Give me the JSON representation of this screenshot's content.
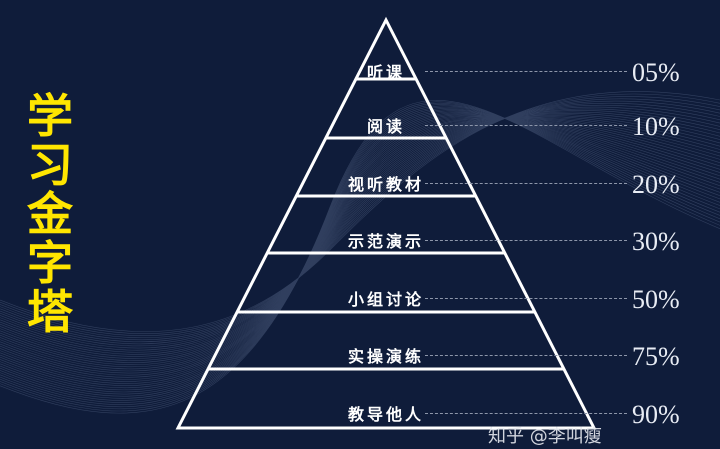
{
  "title": "学习金字塔",
  "title_chars": [
    "学",
    "习",
    "金",
    "字",
    "塔"
  ],
  "levels": [
    {
      "label": "听课",
      "retention": "05%"
    },
    {
      "label": "阅读",
      "retention": "10%"
    },
    {
      "label": "视听教材",
      "retention": "20%"
    },
    {
      "label": "示范演示",
      "retention": "30%"
    },
    {
      "label": "小组讨论",
      "retention": "50%"
    },
    {
      "label": "实操演练",
      "retention": "75%"
    },
    {
      "label": "教导他人",
      "retention": "90%"
    }
  ],
  "watermark": "知乎 @李叫瘦",
  "colors": {
    "background": "#0f1c3a",
    "title": "#ffe600",
    "pyramid": "#ffffff"
  }
}
